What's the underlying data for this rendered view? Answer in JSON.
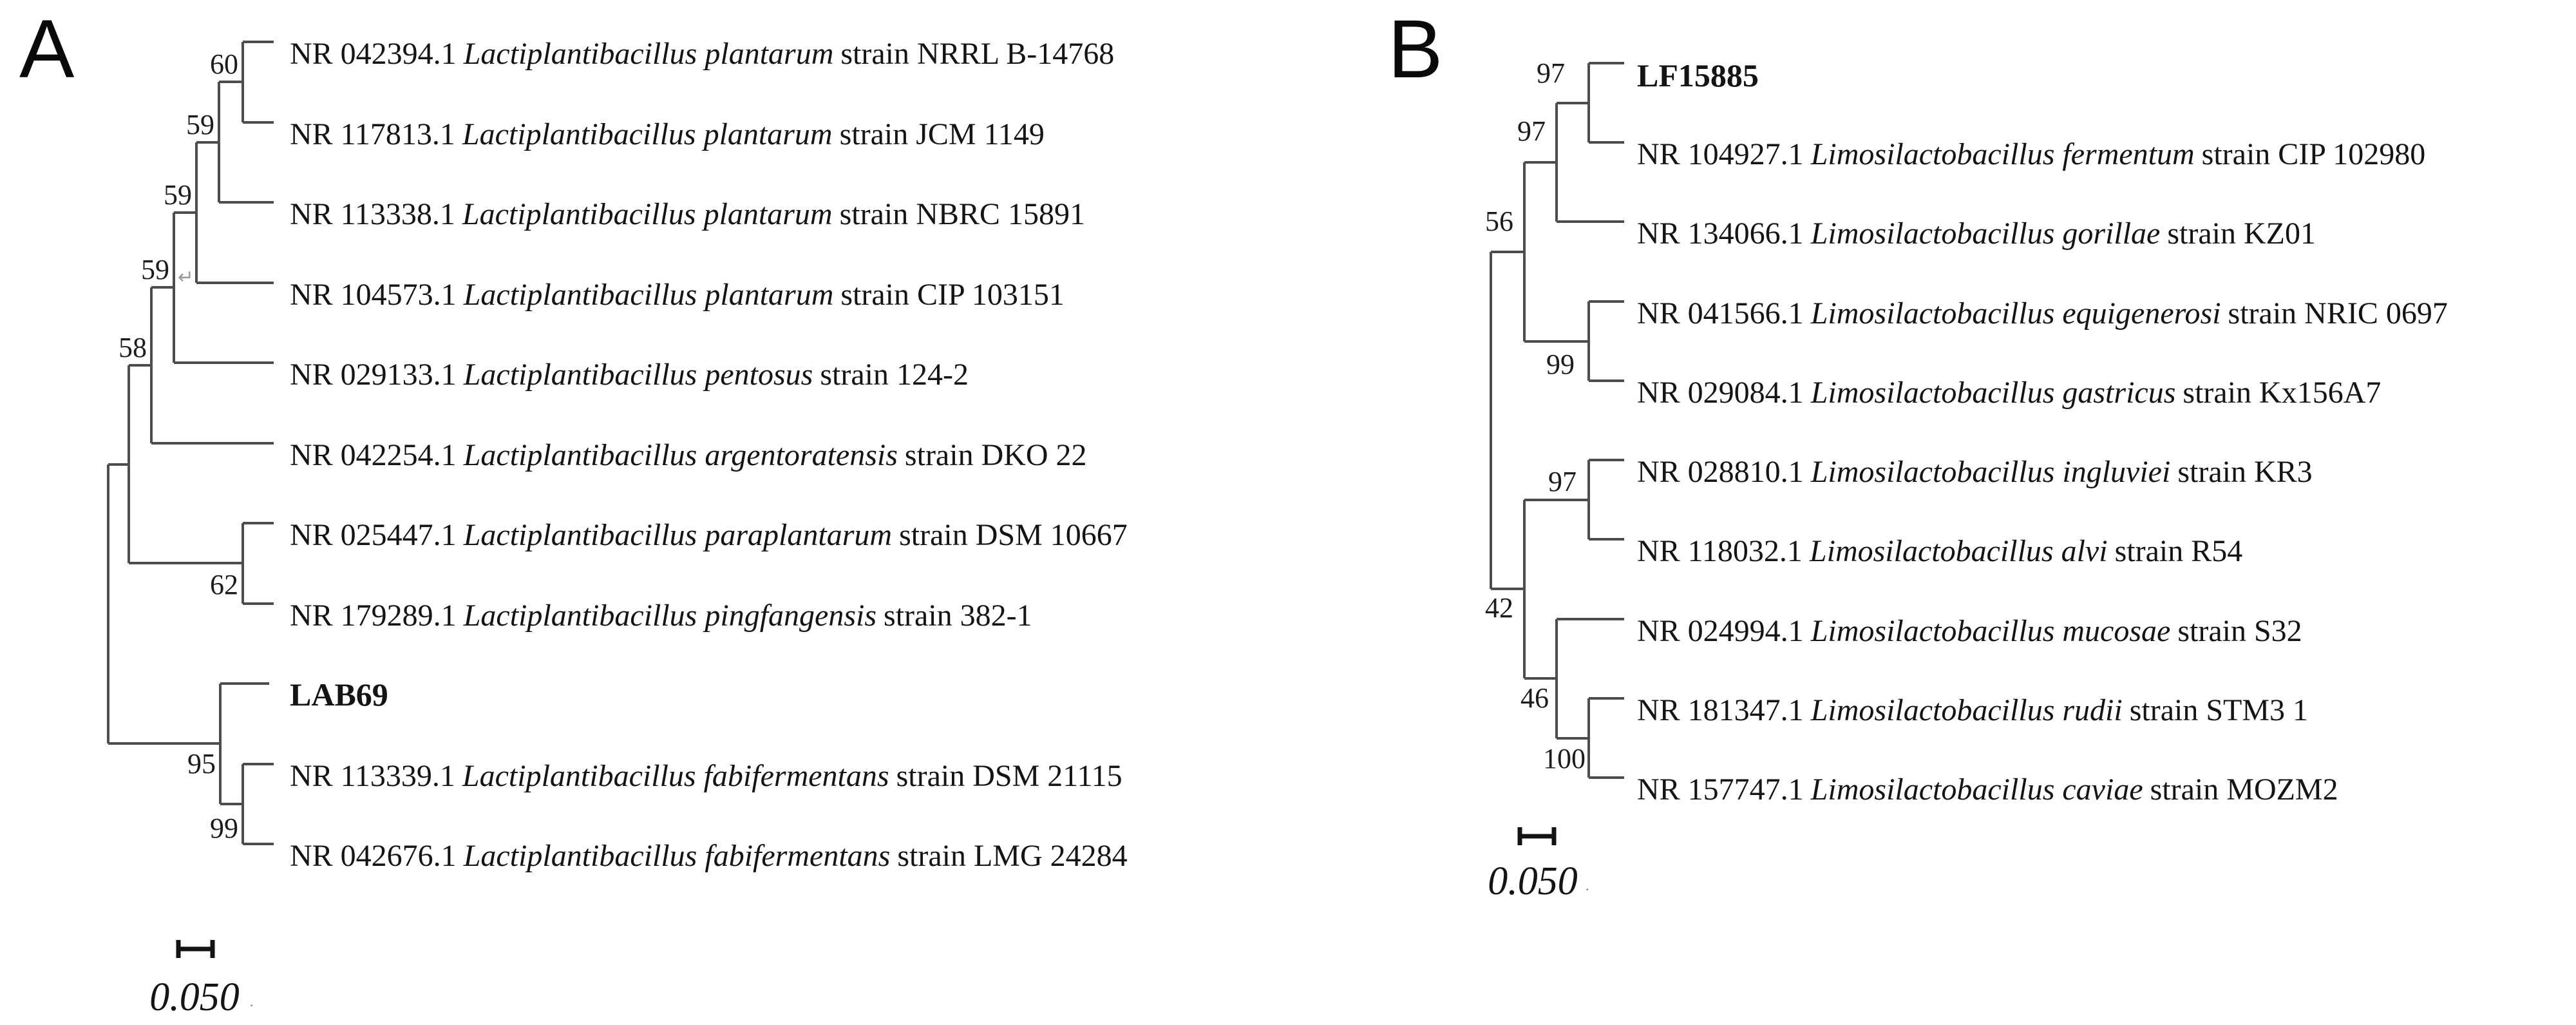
{
  "figure": {
    "background": "#ffffff",
    "text_color": "#141414",
    "branch_color": "#4d4d4d",
    "type": "phylogenetic-tree",
    "panels_count": 2
  },
  "panelA": {
    "letter": "A",
    "taxa": [
      {
        "acc": "NR 042394.1",
        "species": "Lactiplantibacillus plantarum",
        "strain": "strain NRRL B-14768"
      },
      {
        "acc": "NR 117813.1",
        "species": "Lactiplantibacillus plantarum",
        "strain": "strain JCM 1149"
      },
      {
        "acc": "NR 113338.1",
        "species": "Lactiplantibacillus plantarum",
        "strain": "strain NBRC 15891"
      },
      {
        "acc": "NR 104573.1",
        "species": "Lactiplantibacillus plantarum",
        "strain": "strain CIP 103151"
      },
      {
        "acc": "NR 029133.1",
        "species": "Lactiplantibacillus pentosus",
        "strain": "strain 124-2"
      },
      {
        "acc": "NR 042254.1",
        "species": "Lactiplantibacillus argentoratensis",
        "strain": "strain DKO 22"
      },
      {
        "acc": "NR 025447.1",
        "species": "Lactiplantibacillus paraplantarum",
        "strain": "strain DSM 10667"
      },
      {
        "acc": "NR 179289.1",
        "species": "Lactiplantibacillus pingfangensis",
        "strain": "strain 382-1"
      },
      {
        "acc": "LAB69",
        "species": "",
        "strain": "",
        "query": true
      },
      {
        "acc": "NR 113339.1",
        "species": "Lactiplantibacillus fabifermentans",
        "strain": "strain DSM 21115"
      },
      {
        "acc": "NR 042676.1",
        "species": "Lactiplantibacillus fabifermentans",
        "strain": "strain LMG 24284"
      }
    ],
    "bootstraps": {
      "n60": "60",
      "n59a": "59",
      "n59b": "59",
      "n59c": "59",
      "n58": "58",
      "n62": "62",
      "n95": "95",
      "n99": "99"
    },
    "scale_label": "0.050",
    "scale_dot": ".",
    "artifact_return_mark": "↵",
    "newick": "((((((NRRL_B-14768,JCM_1149)60,NBRC_15891)59,CIP_103151)59,124-2)59,DKO_22)58,(DSM_10667,382-1)62,(LAB69,(DSM_21115,LMG_24284)99)95);"
  },
  "panelB": {
    "letter": "B",
    "taxa": [
      {
        "acc": "LF15885",
        "species": "",
        "strain": "",
        "query": true
      },
      {
        "acc": "NR 104927.1",
        "species": "Limosilactobacillus fermentum",
        "strain": "strain CIP 102980"
      },
      {
        "acc": "NR 134066.1",
        "species": "Limosilactobacillus gorillae",
        "strain": "strain KZ01"
      },
      {
        "acc": "NR 041566.1",
        "species": "Limosilactobacillus equigenerosi",
        "strain": "strain NRIC 0697"
      },
      {
        "acc": "NR 029084.1",
        "species": "Limosilactobacillus gastricus",
        "strain": "strain Kx156A7"
      },
      {
        "acc": "NR 028810.1",
        "species": "Limosilactobacillus ingluviei",
        "strain": "strain KR3"
      },
      {
        "acc": "NR 118032.1",
        "species": "Limosilactobacillus alvi",
        "strain": "strain R54"
      },
      {
        "acc": "NR 024994.1",
        "species": "Limosilactobacillus mucosae",
        "strain": "strain S32"
      },
      {
        "acc": "NR 181347.1",
        "species": "Limosilactobacillus rudii",
        "strain": "strain STM3 1"
      },
      {
        "acc": "NR 157747.1",
        "species": "Limosilactobacillus caviae",
        "strain": "strain MOZM2"
      }
    ],
    "bootstraps": {
      "n97a": "97",
      "n97b": "97",
      "n56": "56",
      "n99": "99",
      "n97c": "97",
      "n42": "42",
      "n46": "46",
      "n100": "100"
    },
    "scale_label": "0.050",
    "scale_dot": ".",
    "newick": "(((LF15885,CIP_102980)97,KZ01)97,(NRIC_0697,Kx156A7)99)56,((KR3,R54)97,(S32,(STM3_1,MOZM2)100)46)42;"
  }
}
